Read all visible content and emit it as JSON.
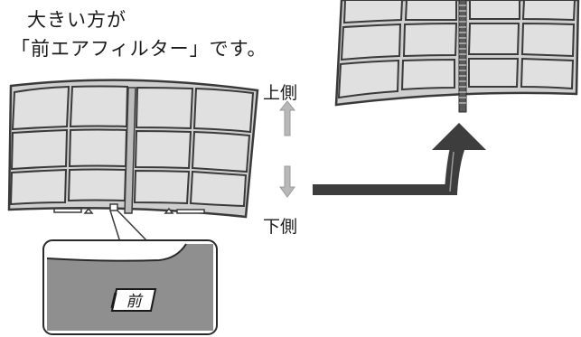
{
  "note": {
    "line1": "大きい方が",
    "line2": "「前エアフィルター」です。"
  },
  "labels": {
    "upper": "上側",
    "lower": "下側",
    "front_mark": "前"
  },
  "colors": {
    "frame": "#3a3a3a",
    "cell_fill": "#dcdcdc",
    "filter_body": "#cfcfcf",
    "arrow_light": "#b8b8b8",
    "arrow_dark": "#3d3d3d",
    "zoom_panel": "#8f8f8f"
  },
  "icons": [
    "up-arrow-icon",
    "down-arrow-icon",
    "bend-arrow-icon",
    "front-mark-icon"
  ]
}
